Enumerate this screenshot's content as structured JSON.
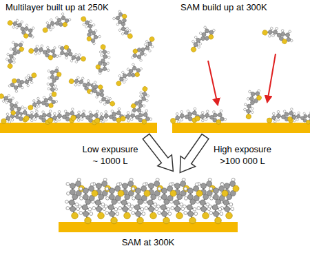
{
  "diagram": {
    "labels": [
      "Multilayer built up at 250K",
      "SAM build up at 300K",
      "Low expusure ~ 1000 L",
      "High exposure >100 000 L",
      "SAM at 300K"
    ]
  }
}
